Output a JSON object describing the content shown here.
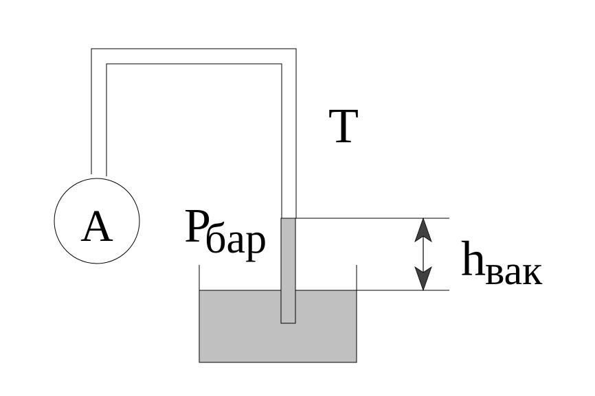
{
  "labels": {
    "a": "A",
    "t": "T",
    "p": "P",
    "bar": "бар",
    "h": "h",
    "vak": "вак"
  },
  "colors": {
    "background": "#ffffff",
    "stroke": "#000000",
    "liquid": "#c0c0c0",
    "arrow": "#404040"
  }
}
